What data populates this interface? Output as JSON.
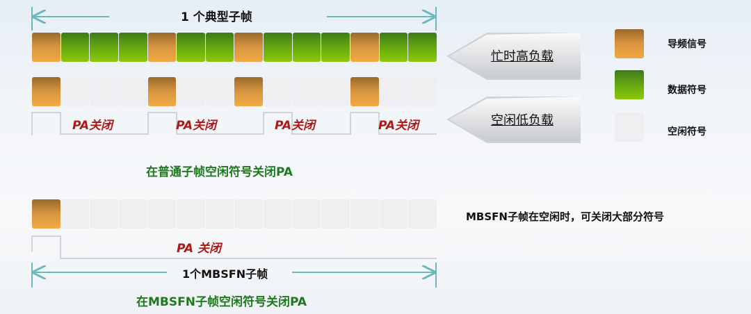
{
  "top_span_label": "1 个典型子帧",
  "busy_row": [
    "pilot",
    "data",
    "data",
    "data",
    "pilot",
    "data",
    "data",
    "pilot",
    "data",
    "data",
    "data",
    "pilot",
    "data",
    "data"
  ],
  "idle_row": [
    "pilot",
    "idle",
    "idle",
    "idle",
    "pilot",
    "idle",
    "idle",
    "pilot",
    "idle",
    "idle",
    "idle",
    "pilot",
    "idle",
    "idle"
  ],
  "mbsfn_row": [
    "pilot",
    "idle",
    "idle",
    "idle",
    "idle",
    "idle",
    "idle",
    "idle",
    "idle",
    "idle",
    "idle",
    "idle",
    "idle",
    "idle"
  ],
  "pa_off_labels": [
    "PA关闭",
    "PA关闭",
    "PA关闭",
    "PA关闭"
  ],
  "busy_arrow": "忙时高负载",
  "idle_arrow": "空闲低负载",
  "legend": [
    {
      "label": "导频信号",
      "color": "#e09a40"
    },
    {
      "label": "数据符号",
      "color": "#6aac10"
    },
    {
      "label": "空闲符号",
      "color": "#efeff1"
    }
  ],
  "caption_normal": "在普通子帧空闲符号关闭PA",
  "mbsfn_note": "MBSFN子帧在空闲时，可关闭大部分符号",
  "mbsfn_pa_off": "PA 关闭",
  "mbsfn_span_label": "1个MBSFN子帧",
  "caption_mbsfn": "在MBSFN子帧空闲符号关闭PA"
}
